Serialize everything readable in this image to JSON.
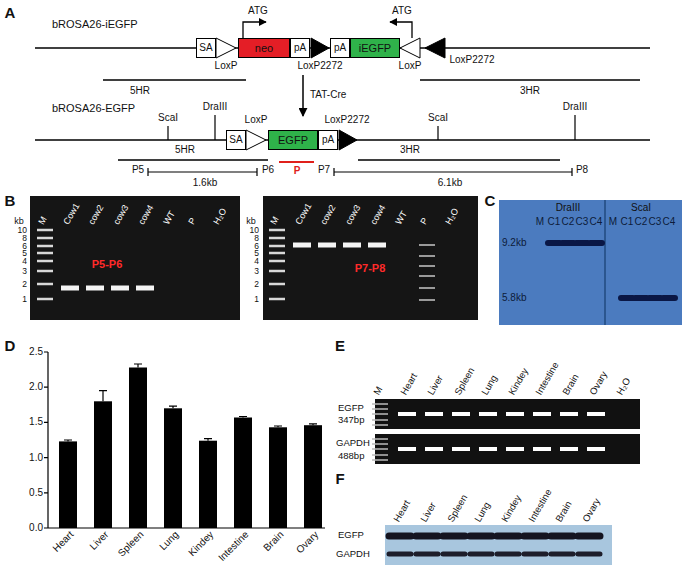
{
  "diagram": {
    "nodes": [
      {
        "text": [
          "SA"
        ]
      },
      {
        "text": [
          "neo"
        ]
      },
      {
        "text": [
          "pA"
        ]
      },
      {
        "text": [
          "pA"
        ]
      },
      {
        "text": [
          "iEGFP"
        ]
      },
      {
        "text": [
          "SA"
        ]
      },
      {
        "text": [
          "EGFP"
        ]
      },
      {
        "text": [
          "pA"
        ]
      }
    ],
    "labels": [
      "A",
      "bROSA26-iEGFP",
      "ATG",
      "ATG",
      "LoxP",
      "LoxP2272",
      "LoxP",
      "LoxP2272",
      "5HR",
      "3HR",
      "TAT-Cre",
      "bROSA26-EGFP",
      "DraIII",
      "ScaI",
      "LoxP",
      "LoxP2272",
      "ScaI",
      "DraIII",
      "5HR",
      "3HR",
      "P5",
      "P6",
      "P",
      "P7",
      "P8",
      "1.6kb",
      "6.1kb",
      "B",
      "kb",
      "10",
      "8",
      "6",
      "5",
      "4",
      "3",
      "2",
      "1",
      "M",
      "Cow1",
      "cow2",
      "cow3",
      "cow4",
      "WT",
      "P",
      "H₂O",
      "P5-P6",
      "kb",
      "10",
      "8",
      "6",
      "5",
      "4",
      "3",
      "2",
      "1",
      "M",
      "Cow1",
      "cow2",
      "cow3",
      "cow4",
      "WT",
      "P",
      "H₂O",
      "P7-P8",
      "C",
      "DraIII",
      "ScaI",
      "M",
      "C1",
      "C2",
      "C3",
      "C4",
      "M",
      "C1",
      "C2",
      "C3",
      "C4",
      "9.2kb",
      "5.8kb",
      "D",
      "2.5",
      "2.0",
      "1.5",
      "1.0",
      "0.5",
      "0.0",
      "Heart",
      "Liver",
      "Spleen",
      "Lung",
      "Kindey",
      "Intestine",
      "Brain",
      "Ovary",
      "E",
      "M",
      "Heart",
      "Liver",
      "Spleen",
      "Lung",
      "Kindey",
      "Intestine",
      "Brain",
      "Ovary",
      "H₂O",
      "EGFP",
      "347bp",
      "GAPDH",
      "488bp",
      "F",
      "Heart",
      "Liver",
      "Spleen",
      "Lung",
      "Kindey",
      "Intestine",
      "Brain",
      "Ovary",
      "EGFP",
      "GAPDH"
    ]
  }
}
